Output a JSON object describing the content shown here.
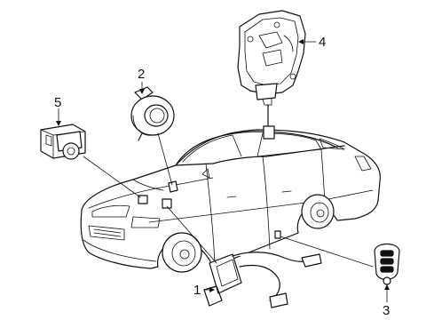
{
  "diagram": {
    "callouts": [
      {
        "id": "1",
        "text": "1"
      },
      {
        "id": "2",
        "text": "2"
      },
      {
        "id": "3",
        "text": "3"
      },
      {
        "id": "4",
        "text": "4"
      },
      {
        "id": "5",
        "text": "5"
      }
    ],
    "parts": [
      {
        "callout": "1",
        "icon": "sensor-harness-icon"
      },
      {
        "callout": "2",
        "icon": "coil-antenna-icon"
      },
      {
        "callout": "3",
        "icon": "key-fob-transmitter-icon"
      },
      {
        "callout": "4",
        "icon": "control-module-bracket-icon"
      },
      {
        "callout": "5",
        "icon": "switch-unit-icon"
      }
    ]
  }
}
